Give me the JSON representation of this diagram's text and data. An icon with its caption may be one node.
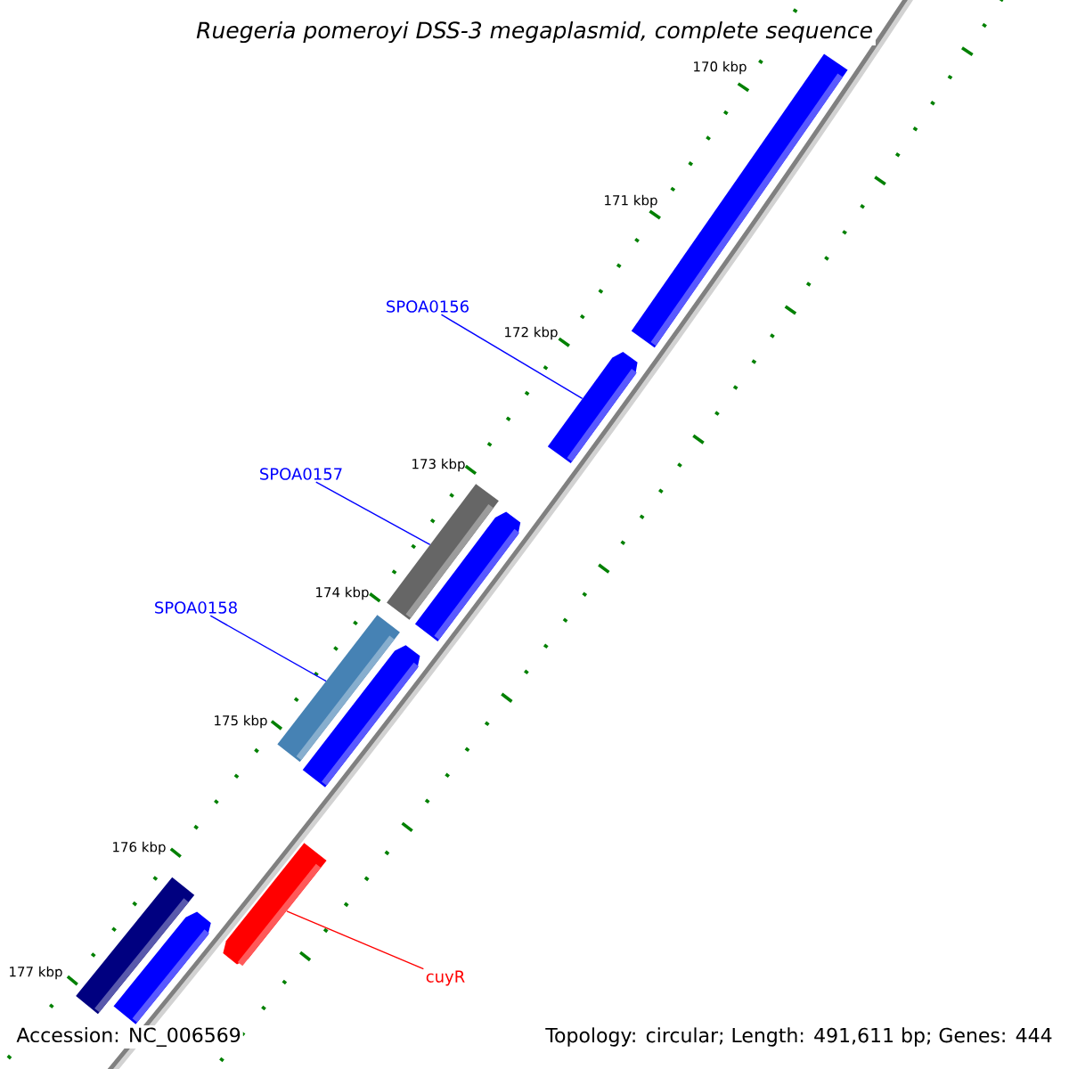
{
  "diagram": {
    "title": "Ruegeria pomeroyi DSS-3 megaplasmid, complete sequence",
    "nodes": [
      {
        "text": [
          "SPOA0156"
        ]
      },
      {
        "text": [
          "SPOA0157"
        ]
      },
      {
        "text": [
          "SPOA0158"
        ]
      },
      {
        "text": [
          "cuyR"
        ]
      },
      {
        "text": [],
        "shape": "bar"
      },
      {
        "text": [],
        "shape": "arrow"
      },
      {
        "text": [],
        "shape": "bar"
      },
      {
        "text": [],
        "shape": "arrow"
      },
      {
        "text": [],
        "shape": "bar"
      },
      {
        "text": [],
        "shape": "arrow"
      },
      {
        "text": [],
        "shape": "arrow"
      },
      {
        "text": [],
        "shape": "bar"
      },
      {
        "text": [],
        "shape": "arrow"
      }
    ],
    "edges": [
      {
        "from": 0,
        "to": 5,
        "arrow": "none"
      },
      {
        "from": 1,
        "to": 6,
        "arrow": "none"
      },
      {
        "from": 2,
        "to": 8,
        "arrow": "none"
      },
      {
        "from": 3,
        "to": 10,
        "arrow": "none",
        "color": "#ff0000"
      }
    ],
    "labels": [
      "170 kbp",
      "171 kbp",
      "172 kbp",
      "173 kbp",
      "174 kbp",
      "175 kbp",
      "176 kbp",
      "177 kbp",
      "Accession: NC_006569",
      "Topology: circular; Length: 491,611 bp; Genes: 444"
    ]
  }
}
